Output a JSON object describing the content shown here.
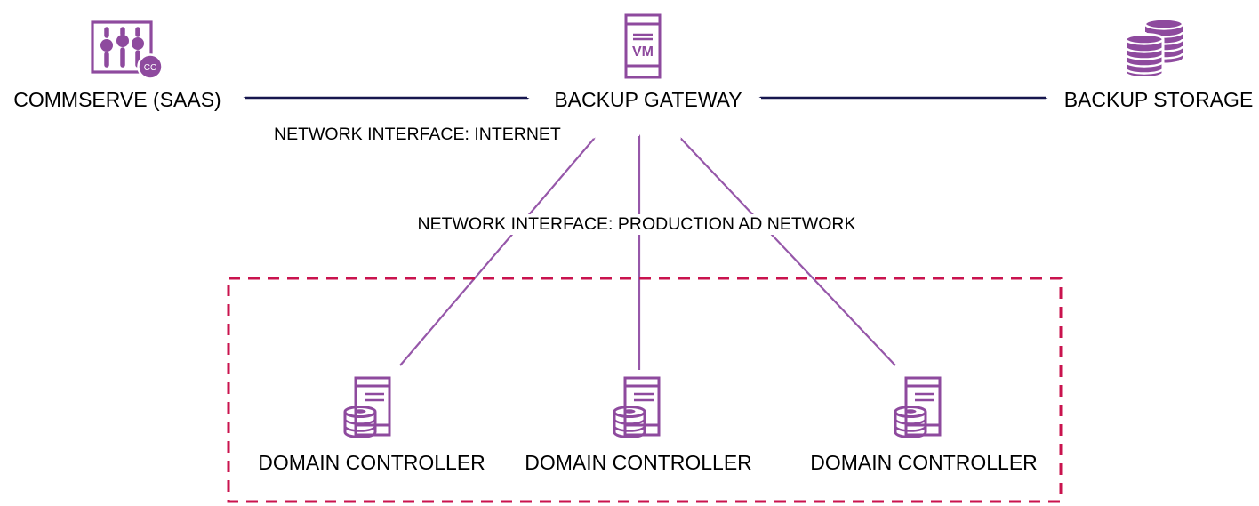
{
  "diagram": {
    "nodes": {
      "commserve": {
        "label": "COMMSERVE (SAAS)",
        "icon": "commserve-console-icon",
        "badge": "CC"
      },
      "backup_gateway": {
        "label": "BACKUP GATEWAY",
        "icon": "vm-server-icon",
        "vm_text": "VM"
      },
      "backup_storage": {
        "label": "BACKUP STORAGE",
        "icon": "storage-disks-icon"
      },
      "domain_controllers": [
        {
          "label": "DOMAIN CONTROLLER"
        },
        {
          "label": "DOMAIN CONTROLLER"
        },
        {
          "label": "DOMAIN CONTROLLER"
        }
      ]
    },
    "labels": {
      "internet": "NETWORK INTERFACE: INTERNET",
      "production_ad": "NETWORK INTERFACE: PRODUCTION AD NETWORK"
    },
    "colors": {
      "icon_purple": "#8e4a9e",
      "arrow_purple": "#9657a9",
      "arrow_navy": "#16164e",
      "dashed_red": "#c9134e",
      "text_black": "#000000"
    }
  }
}
